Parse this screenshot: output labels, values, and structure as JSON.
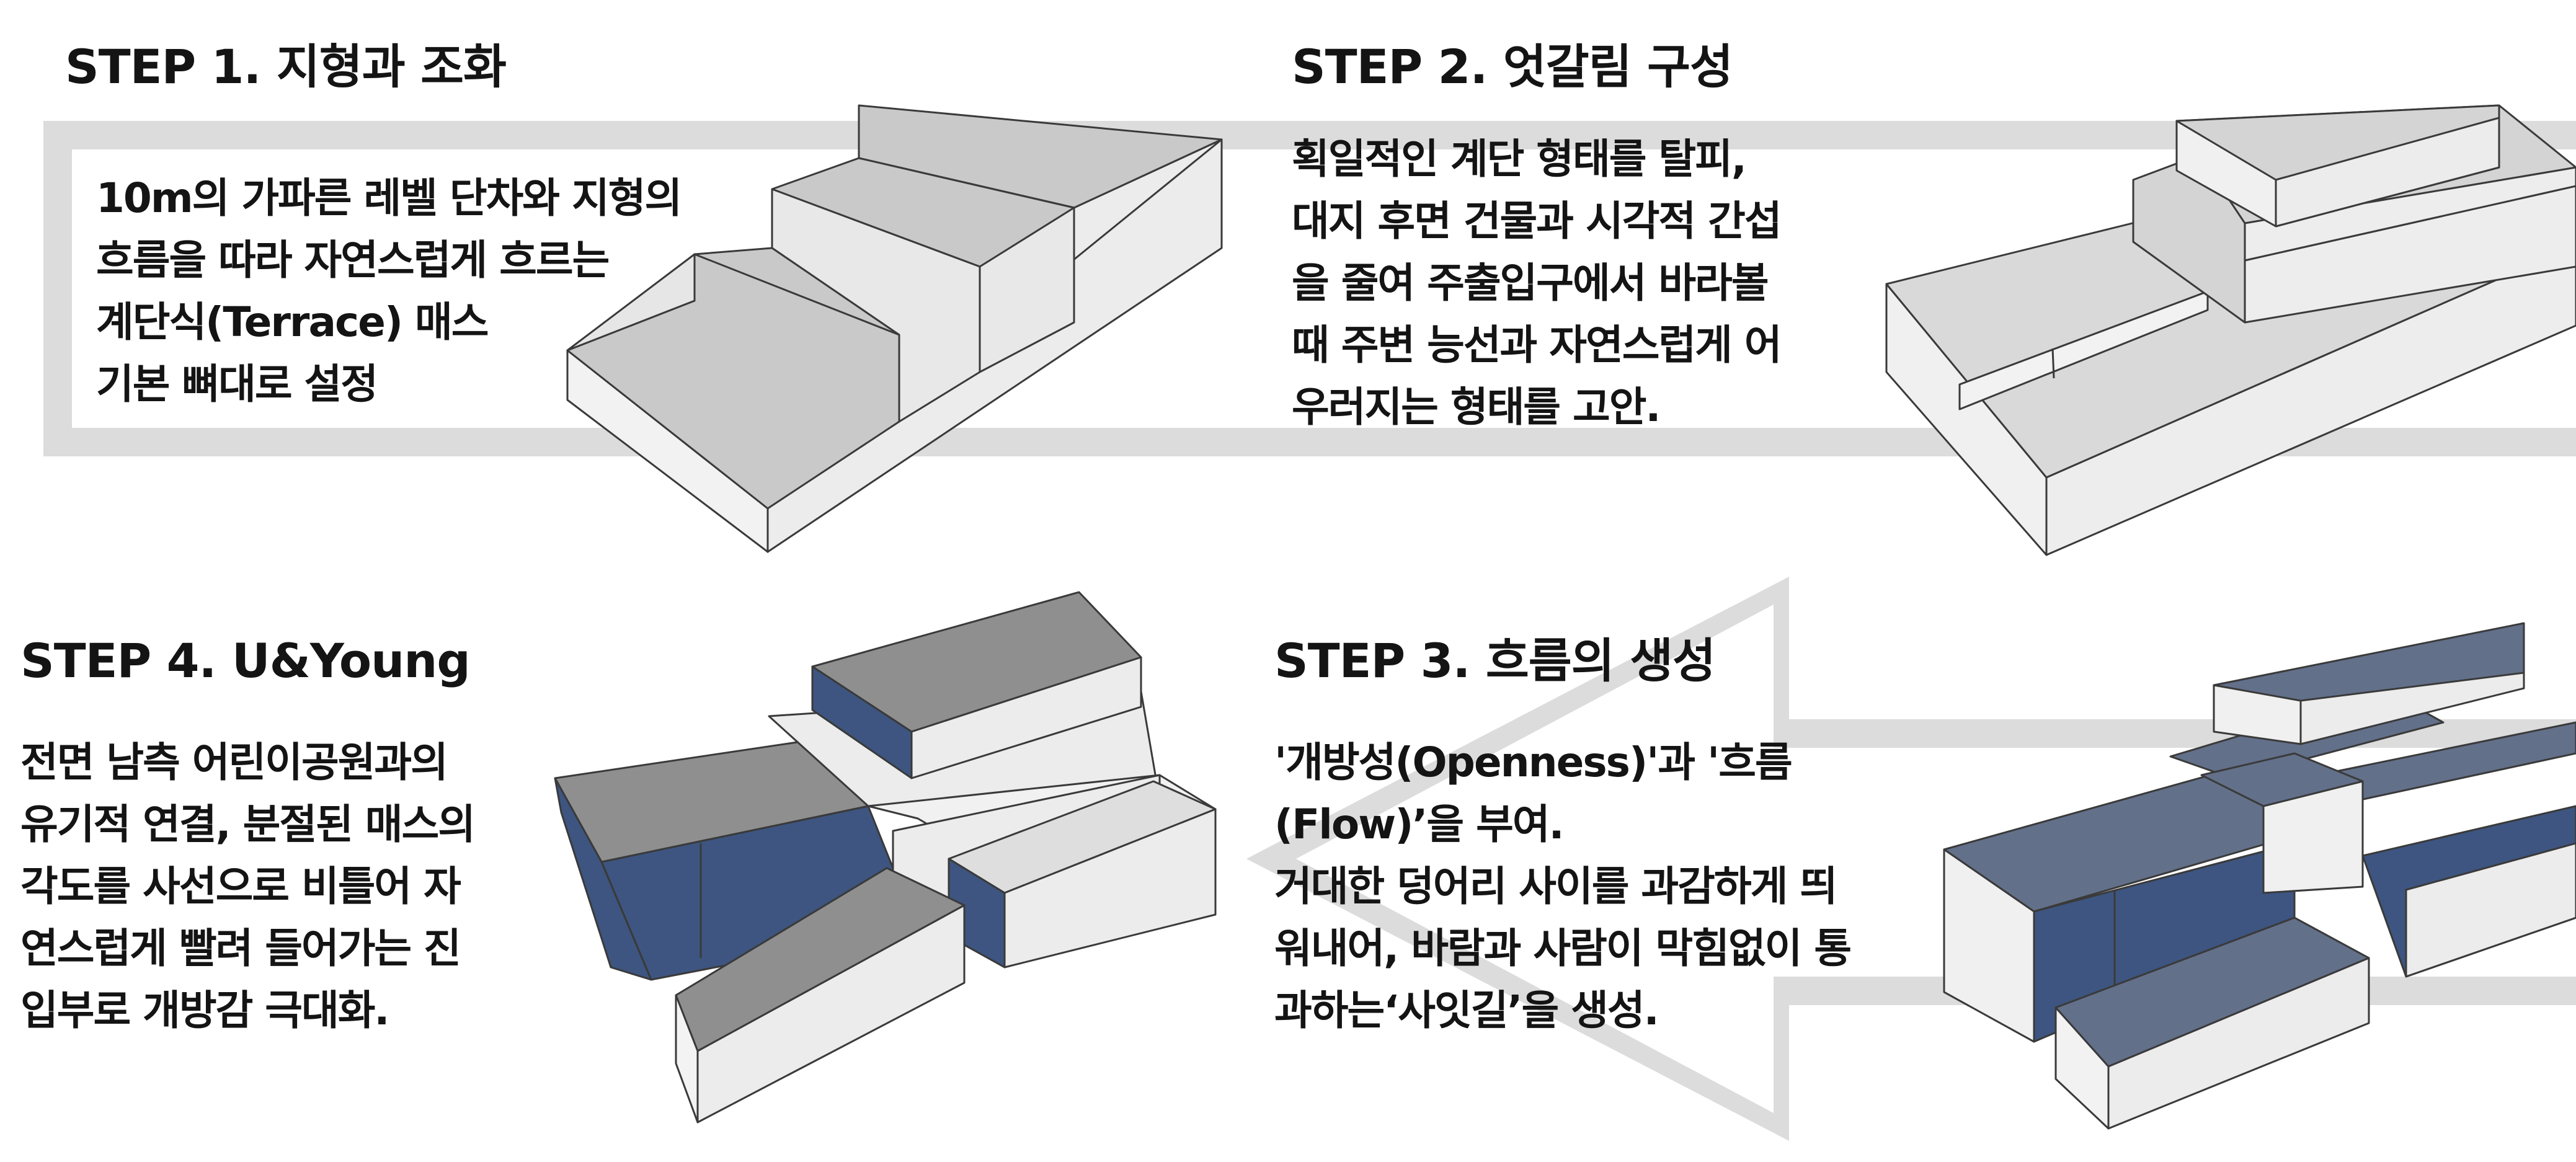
{
  "steps": [
    {
      "title": "STEP 1. 지형과 조화",
      "lines": [
        "10m의 가파른 레벨 단차와 지형의",
        "흐름을 따라 자연스럽게 흐르는",
        "계단식(Terrace) 매스",
        "기본 뼈대로 설정"
      ]
    },
    {
      "title": "STEP 2. 엇갈림 구성",
      "lines": [
        "획일적인 계단 형태를 탈피,",
        "대지 후면 건물과 시각적 간섭",
        "을 줄여 주출입구에서 바라볼",
        "때 주변 능선과 자연스럽게 어",
        "우러지는 형태를 고안."
      ]
    },
    {
      "title": "STEP 3. 흐름의 생성",
      "lines": [
        "'개방성(Openness)'과 '흐름",
        "(Flow)’을 부여.",
        "거대한 덩어리 사이를 과감하게 띄",
        "워내어,  바람과 사람이 막힘없이 통",
        "과하는‘사잇길’을 생성."
      ]
    },
    {
      "title": "STEP 4. U&Young",
      "lines": [
        "전면 남측 어린이공원과의",
        "유기적 연결, 분절된 매스의",
        "각도를 사선으로 비틀어 자",
        "연스럽게 빨려 들어가는 진",
        "입부로 개방감 극대화."
      ]
    }
  ],
  "colors": {
    "flow_arrow": "#dcdcdc",
    "mass_light": "#f0f0f0",
    "mass_mid": "#d6d6d6",
    "mass_gray": "#bdbdbd",
    "mass_dark_gray": "#8e8e8e",
    "mass_navy": "#3d5580",
    "mass_slate": "#63708a",
    "outline": "#3a3a3a"
  }
}
